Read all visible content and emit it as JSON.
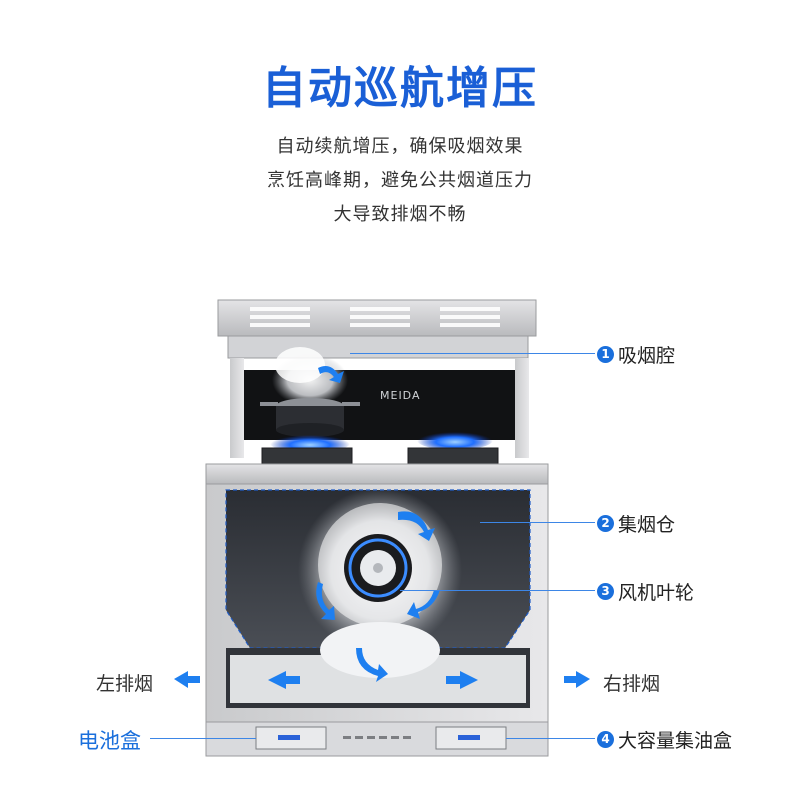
{
  "title": "自动巡航增压",
  "subtitle_lines": [
    "自动续航增压，确保吸烟效果",
    "烹饪高峰期，避免公共烟道压力",
    "大导致排烟不畅"
  ],
  "brand": "MEIDA",
  "callouts": [
    {
      "number": "1",
      "text": "吸烟腔"
    },
    {
      "number": "2",
      "text": "集烟仓"
    },
    {
      "number": "3",
      "text": "风机叶轮"
    },
    {
      "number": "4",
      "text": "大容量集油盒"
    }
  ],
  "left_exhaust": "左排烟",
  "right_exhaust": "右排烟",
  "battery_box": "电池盒",
  "colors": {
    "accent": "#1a5fd6",
    "arrow": "#1e7ff0"
  },
  "icons": [
    "arrow-left-icon",
    "arrow-right-icon",
    "flow-arrow-icon"
  ]
}
